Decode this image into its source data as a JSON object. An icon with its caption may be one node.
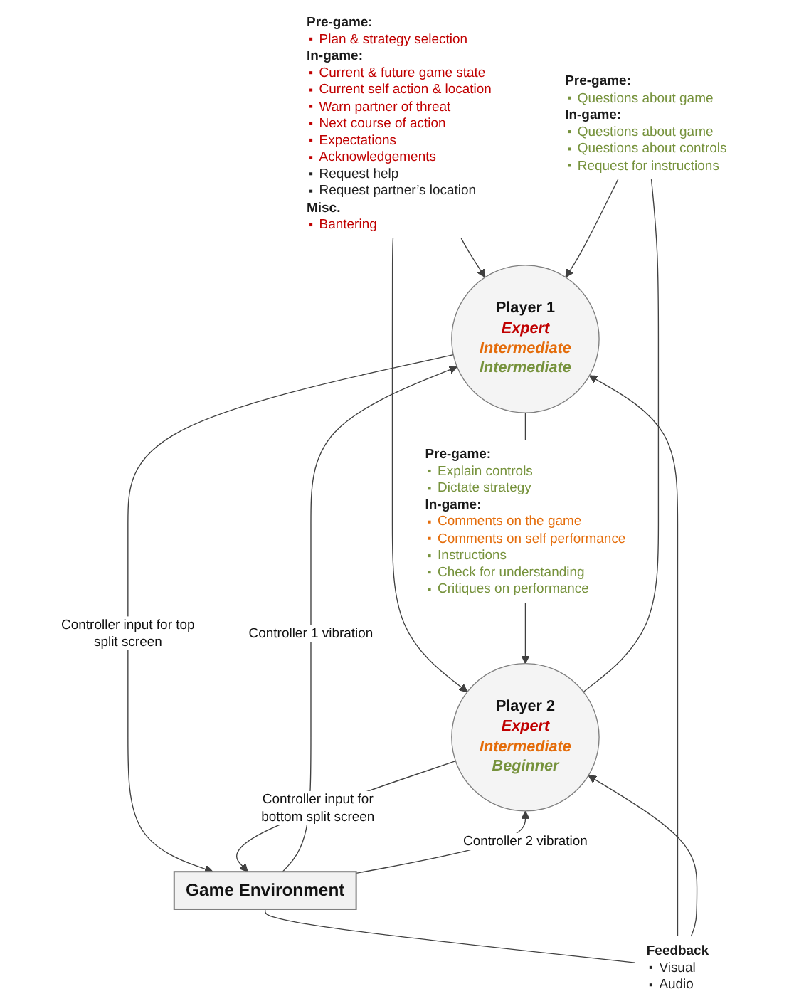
{
  "diagram": {
    "nodes": [
      {
        "text": [
          "Pre-game:",
          "Plan & strategy selection",
          "In-game:",
          "Current & future game state",
          "Current self action & location",
          "Warn partner of threat",
          "Next course of action",
          "Expectations",
          "Acknowledgements",
          "Request help",
          "Request partner’s location",
          "Misc.",
          "Bantering"
        ]
      },
      {
        "text": [
          "Pre-game:",
          "Explain controls",
          "Dictate strategy",
          "In-game:",
          "Comments on the game",
          "Comments on self performance",
          "Instructions",
          "Check for understanding",
          "Critiques on performance"
        ]
      },
      {
        "text": [
          "Player 1",
          "Expert",
          "Intermediate",
          "Intermediate"
        ]
      },
      {
        "text": [
          "Player 2",
          "Expert",
          "Intermediate",
          "Beginner"
        ]
      },
      {
        "text": [
          "Pre-game:",
          "Questions about game",
          "In-game:",
          "Questions about game",
          "Questions about controls",
          "Request for instructions"
        ]
      },
      {
        "text": [
          "Game Environment"
        ]
      },
      {
        "text": [
          "Feedback",
          "Visual",
          "Audio"
        ]
      }
    ],
    "edges": [
      {
        "from": 0,
        "to": 2,
        "arrow": "to"
      },
      {
        "from": 0,
        "to": 3,
        "arrow": "to"
      },
      {
        "from": 2,
        "to": 1,
        "arrow": "none"
      },
      {
        "from": 1,
        "to": 3,
        "arrow": "to"
      },
      {
        "from": 4,
        "to": 3,
        "arrow": "none"
      },
      {
        "from": 4,
        "to": 2,
        "arrow": "to"
      },
      {
        "from": 2,
        "to": 5,
        "arrow": "to",
        "label": "Controller input for top split screen"
      },
      {
        "from": 3,
        "to": 5,
        "arrow": "to",
        "label": "Controller input for bottom split screen"
      },
      {
        "from": 5,
        "to": 2,
        "arrow": "to",
        "label": "Controller 1 vibration"
      },
      {
        "from": 5,
        "to": 3,
        "arrow": "to",
        "label": "Controller 2 vibration"
      },
      {
        "from": 5,
        "to": 6,
        "arrow": "none"
      },
      {
        "from": 6,
        "to": 2,
        "arrow": "to"
      },
      {
        "from": 6,
        "to": 3,
        "arrow": "to"
      }
    ]
  }
}
